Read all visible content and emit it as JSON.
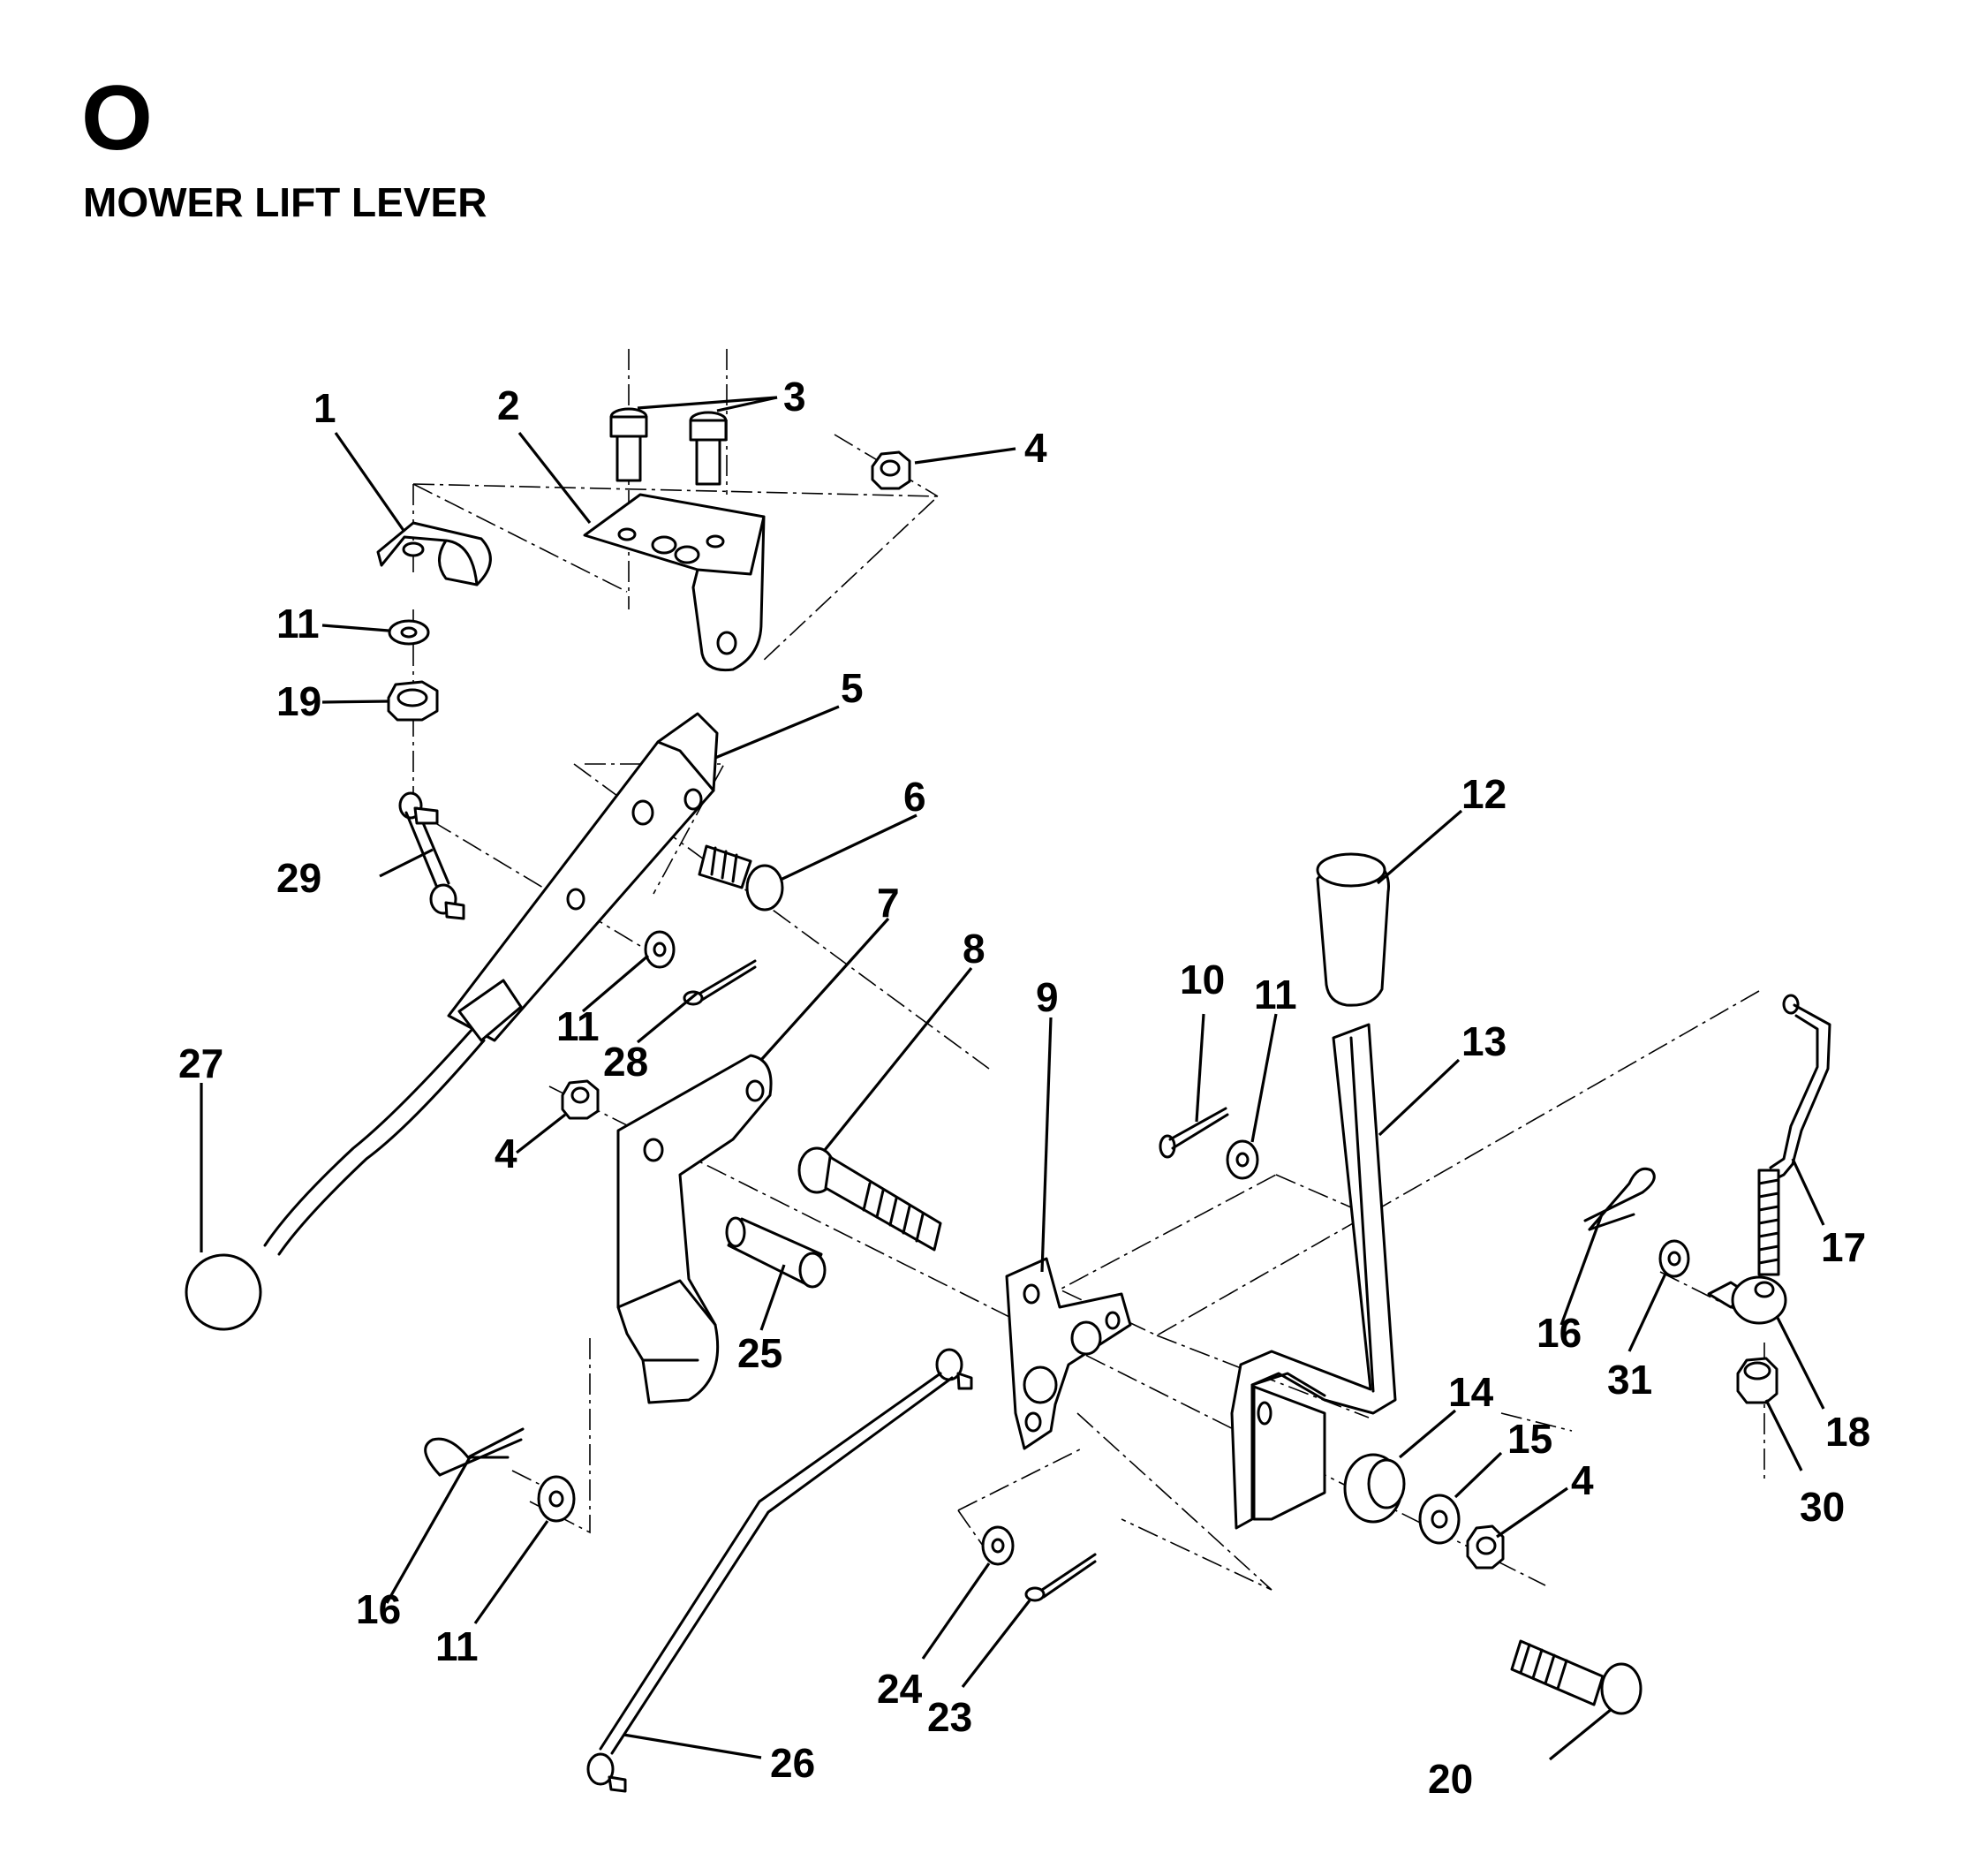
{
  "section_letter": "O",
  "section_title": "MOWER LIFT LEVER",
  "callouts": [
    {
      "id": "c1",
      "text": "1"
    },
    {
      "id": "c2",
      "text": "2"
    },
    {
      "id": "c3",
      "text": "3"
    },
    {
      "id": "c4a",
      "text": "4"
    },
    {
      "id": "c5",
      "text": "5"
    },
    {
      "id": "c6",
      "text": "6"
    },
    {
      "id": "c7",
      "text": "7"
    },
    {
      "id": "c8",
      "text": "8"
    },
    {
      "id": "c9",
      "text": "9"
    },
    {
      "id": "c10",
      "text": "10"
    },
    {
      "id": "c11a",
      "text": "11"
    },
    {
      "id": "c11b",
      "text": "11"
    },
    {
      "id": "c11c",
      "text": "11"
    },
    {
      "id": "c11d",
      "text": "11"
    },
    {
      "id": "c12",
      "text": "12"
    },
    {
      "id": "c13",
      "text": "13"
    },
    {
      "id": "c14",
      "text": "14"
    },
    {
      "id": "c15",
      "text": "15"
    },
    {
      "id": "c4b",
      "text": "4"
    },
    {
      "id": "c4c",
      "text": "4"
    },
    {
      "id": "c16a",
      "text": "16"
    },
    {
      "id": "c16b",
      "text": "16"
    },
    {
      "id": "c17",
      "text": "17"
    },
    {
      "id": "c18",
      "text": "18"
    },
    {
      "id": "c19",
      "text": "19"
    },
    {
      "id": "c20",
      "text": "20"
    },
    {
      "id": "c23",
      "text": "23"
    },
    {
      "id": "c24",
      "text": "24"
    },
    {
      "id": "c25",
      "text": "25"
    },
    {
      "id": "c26",
      "text": "26"
    },
    {
      "id": "c27",
      "text": "27"
    },
    {
      "id": "c28",
      "text": "28"
    },
    {
      "id": "c29",
      "text": "29"
    },
    {
      "id": "c30",
      "text": "30"
    },
    {
      "id": "c31",
      "text": "31"
    }
  ]
}
